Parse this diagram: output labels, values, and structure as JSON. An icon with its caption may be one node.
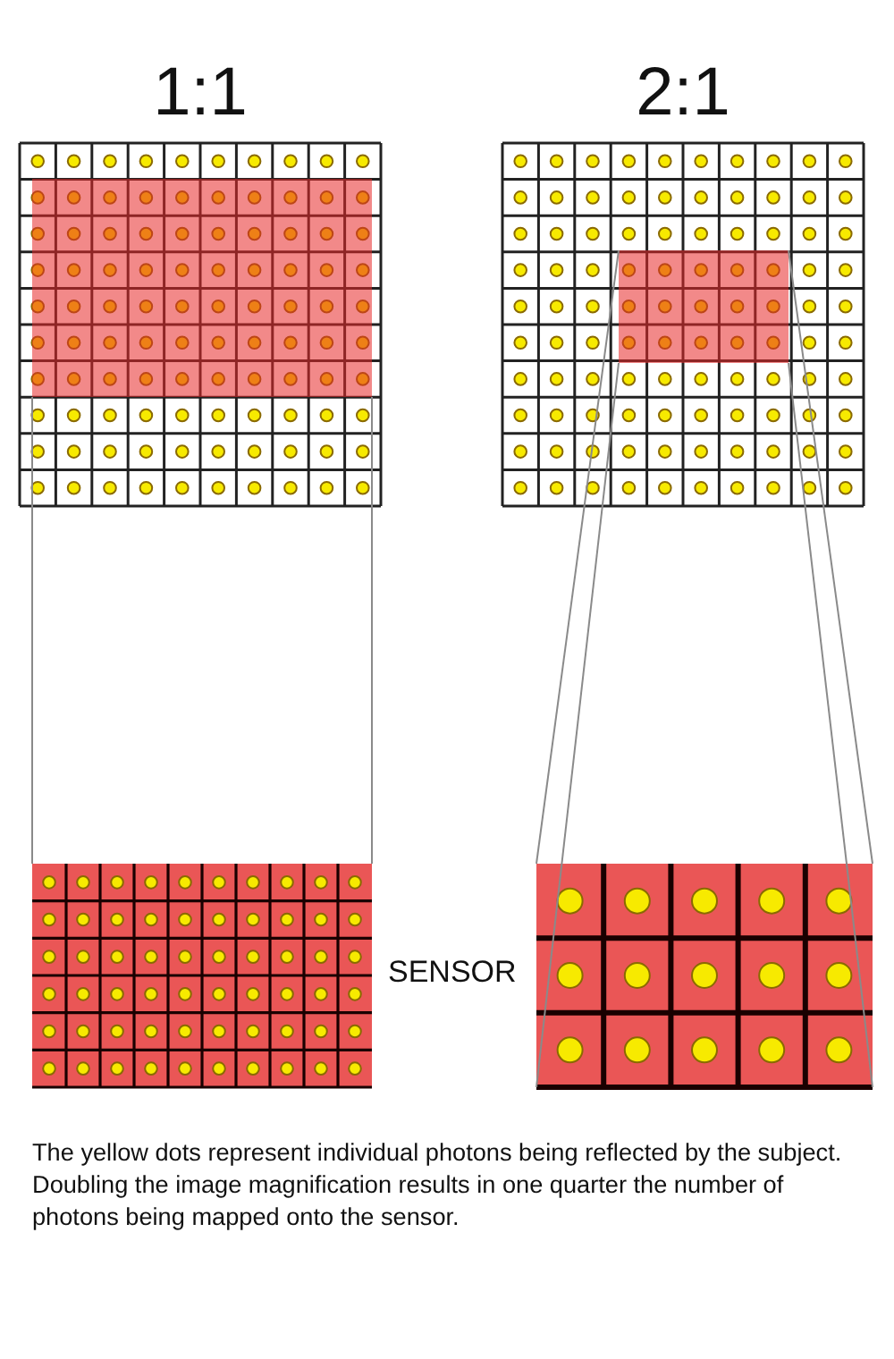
{
  "diagram": {
    "nodes": [
      {
        "text": [
          "1:1"
        ]
      },
      {
        "text": [],
        "shape": "box",
        "in": 0
      },
      {
        "text": [
          "2:1"
        ]
      },
      {
        "text": [],
        "shape": "box",
        "in": 2
      },
      {
        "text": [],
        "shape": "box"
      },
      {
        "text": [],
        "shape": "box"
      }
    ],
    "edges": [
      {
        "from": 1,
        "to": 4,
        "arrow": "none"
      },
      {
        "from": 1,
        "to": 4,
        "arrow": "none"
      },
      {
        "from": 3,
        "to": 5,
        "arrow": "none"
      },
      {
        "from": 3,
        "to": 5,
        "arrow": "none"
      },
      {
        "from": 3,
        "to": 5,
        "arrow": "none"
      },
      {
        "from": 3,
        "to": 5,
        "arrow": "none"
      }
    ],
    "labels": [
      "SENSOR"
    ],
    "caption": "The yellow dots represent individual photons being reflected by the subject. Doubling the image magnification results in one quarter the number of photons being mapped onto the sensor."
  }
}
